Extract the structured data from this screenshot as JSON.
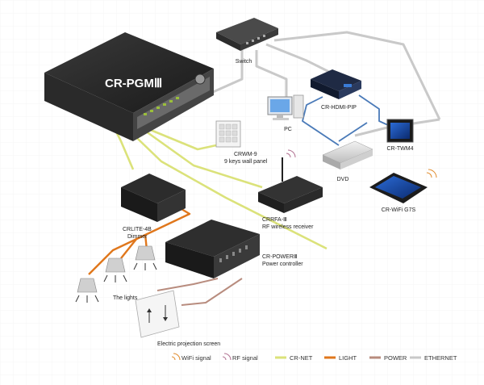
{
  "devices": {
    "pgm": "CR-PGMⅢ",
    "switch": "Switch",
    "hdmi_pip": "CR-HDMI-PIP",
    "pc": "PC",
    "twm4": "CR-TWM4",
    "crwm9": "CRWM-9",
    "crwm9_desc": "9 keys wall panel",
    "dvd": "DVD",
    "wifi_g7s": "CR-WiFi G7S",
    "crrfa": "CRRFA-Ⅲ",
    "crrfa_desc": "RF wireless receiver",
    "crlite": "CRLITE-4B",
    "crlite_desc": "Dimmer",
    "power": "CR-POWERⅢ",
    "power_desc": "Power controller",
    "lights": "The lights",
    "screen": "Electric projection screen"
  },
  "legend": {
    "wifi": "WiFi signal",
    "rf": "RF signal",
    "crnet": "CR-NET",
    "light": "LIGHT",
    "power": "POWER",
    "ethernet": "ETHERNET"
  },
  "colors": {
    "crnet": "#dbe27a",
    "light": "#e0771c",
    "power": "#b88c7e",
    "ethernet": "#c9c9c9",
    "wifi": "#e08a2a",
    "rf": "#b07090"
  }
}
